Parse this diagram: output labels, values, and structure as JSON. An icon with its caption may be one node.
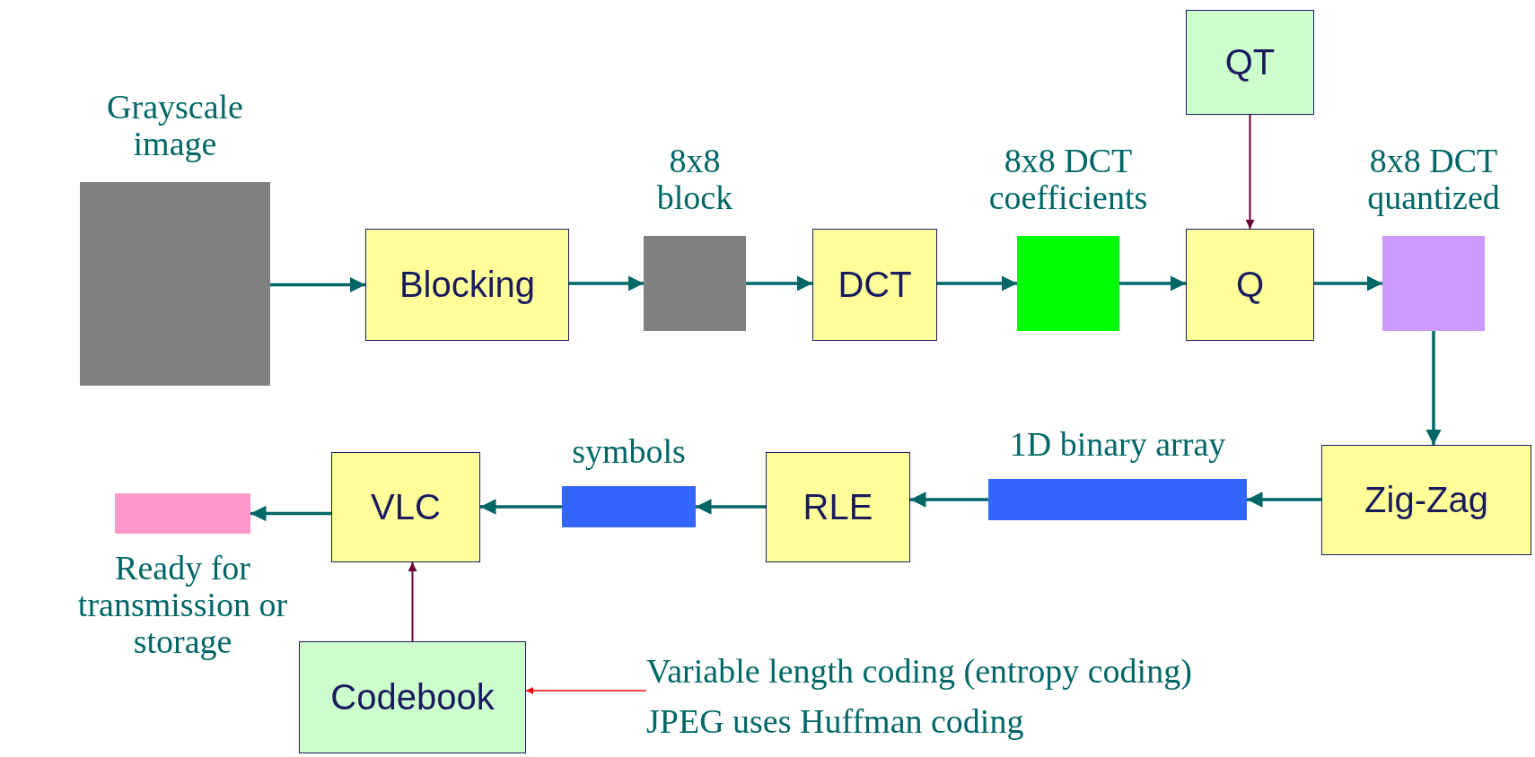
{
  "diagram": {
    "nodes": [
      {
        "text": [
          "Grayscale image"
        ]
      },
      {
        "text": [
          "Blocking"
        ]
      },
      {
        "text": [
          "8x8 block"
        ]
      },
      {
        "text": [
          "DCT"
        ]
      },
      {
        "text": [
          "8x8 DCT coefficients"
        ]
      },
      {
        "text": [
          "QT"
        ]
      },
      {
        "text": [
          "Q"
        ]
      },
      {
        "text": [
          "8x8 DCT quantized"
        ]
      },
      {
        "text": [
          "Zig-Zag"
        ]
      },
      {
        "text": [
          "1D binary array"
        ]
      },
      {
        "text": [
          "RLE"
        ]
      },
      {
        "text": [
          "symbols"
        ]
      },
      {
        "text": [
          "VLC"
        ]
      },
      {
        "text": [
          "Ready for transmission or storage"
        ]
      },
      {
        "text": [
          "Codebook"
        ]
      },
      {
        "text": [
          "Variable length coding (entropy coding)",
          "JPEG uses Huffman coding"
        ]
      }
    ],
    "edges": [
      {
        "from": 0,
        "to": 1,
        "arrow": "to"
      },
      {
        "from": 1,
        "to": 2,
        "arrow": "to"
      },
      {
        "from": 2,
        "to": 3,
        "arrow": "to"
      },
      {
        "from": 3,
        "to": 4,
        "arrow": "to"
      },
      {
        "from": 4,
        "to": 6,
        "arrow": "to"
      },
      {
        "from": 5,
        "to": 6,
        "arrow": "to",
        "color": "#660033"
      },
      {
        "from": 6,
        "to": 7,
        "arrow": "to"
      },
      {
        "from": 7,
        "to": 8,
        "arrow": "to"
      },
      {
        "from": 8,
        "to": 9,
        "arrow": "to"
      },
      {
        "from": 9,
        "to": 10,
        "arrow": "to"
      },
      {
        "from": 10,
        "to": 11,
        "arrow": "to"
      },
      {
        "from": 11,
        "to": 12,
        "arrow": "to"
      },
      {
        "from": 12,
        "to": 13,
        "arrow": "to"
      },
      {
        "from": 14,
        "to": 12,
        "arrow": "to",
        "color": "#660033"
      },
      {
        "from": 15,
        "to": 14,
        "arrow": "to",
        "color": "#ff0000"
      }
    ]
  }
}
